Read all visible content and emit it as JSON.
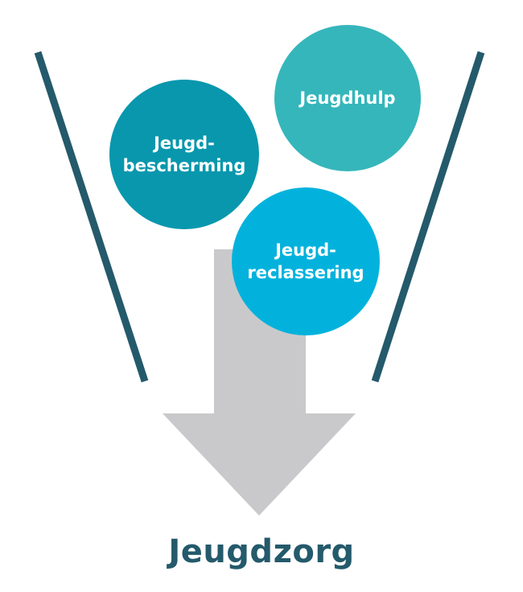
{
  "diagram": {
    "inputs": [
      {
        "id": "bescherming",
        "label": "Jeugd-\nbescherming",
        "color": "#0897ad"
      },
      {
        "id": "hulp",
        "label": "Jeugdhulp",
        "color": "#35b6bb"
      },
      {
        "id": "reclassering",
        "label": "Jeugd-\nreclassering",
        "color": "#03b2dc"
      }
    ],
    "result": {
      "label": "Jeugdzorg",
      "color": "#245a6b"
    },
    "colors": {
      "funnel_lines": "#245a6b",
      "arrow": "#c9c9cb"
    }
  }
}
